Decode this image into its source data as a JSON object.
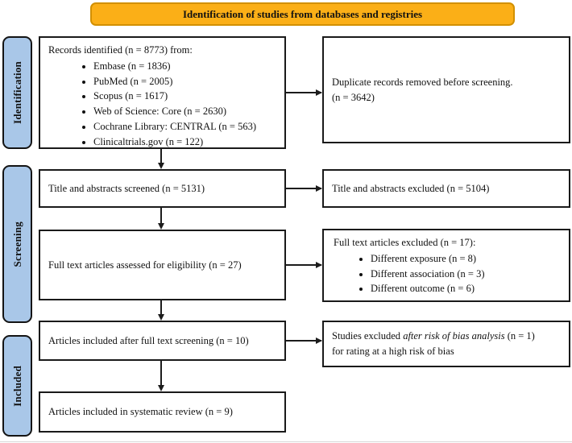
{
  "banner": {
    "label": "Identification of studies from databases and registries"
  },
  "colors": {
    "banner_bg": "#FBAF17",
    "banner_border": "#D29000",
    "stage_bg": "#A9C7E8",
    "box_border": "#1a1a1a",
    "arrow": "#1c1c1c"
  },
  "stages": [
    {
      "label": "Identification"
    },
    {
      "label": "Screening"
    },
    {
      "label": "Included"
    }
  ],
  "flow": {
    "records_identified": {
      "title": "Records identified (n = 8773) from:",
      "items": [
        "Embase (n = 1836)",
        "PubMed (n = 2005)",
        "Scopus (n = 1617)",
        "Web of Science: Core (n = 2630)",
        "Cochrane Library: CENTRAL (n = 563)",
        "Clinicaltrials.gov (n = 122)"
      ]
    },
    "title_abstracts_screened": {
      "text": "Title and abstracts screened (n = 5131)"
    },
    "full_text_assessed": {
      "text": "Full text articles assessed for eligibility (n = 27)"
    },
    "included_full_text": {
      "text": "Articles included after full text screening (n = 10)"
    },
    "included_review": {
      "text": "Articles included in systematic review (n = 9)"
    }
  },
  "exclusions": {
    "duplicates": {
      "line1": "Duplicate records removed before screening.",
      "line2": "(n = 3642)"
    },
    "title_abstracts_excluded": {
      "text": "Title and abstracts excluded (n = 5104)"
    },
    "full_text_excluded": {
      "title": "Full text articles excluded (n = 17):",
      "items": [
        "Different exposure (n = 8)",
        "Different association (n = 3)",
        "Different outcome (n = 6)"
      ]
    },
    "risk_of_bias": {
      "prefix": "Studies excluded ",
      "italic": "after risk of bias analysis",
      "line1_suffix": " (n = 1)",
      "line2": "for rating at a high risk of bias"
    }
  }
}
